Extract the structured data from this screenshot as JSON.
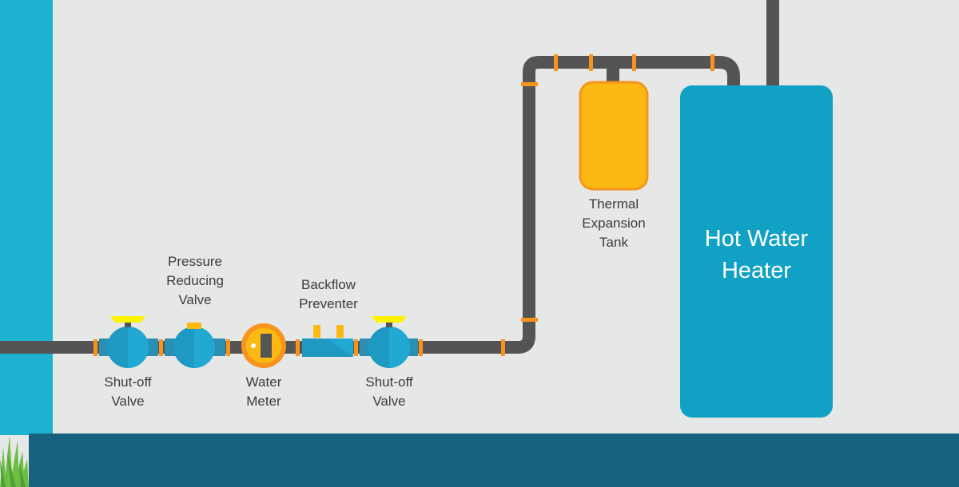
{
  "labels": {
    "shutoff_left": [
      "Shut-off",
      "Valve"
    ],
    "pressure_reducing": [
      "Pressure",
      "Reducing",
      "Valve"
    ],
    "water_meter": [
      "Water",
      "Meter"
    ],
    "backflow": [
      "Backflow",
      "Preventer"
    ],
    "shutoff_right": [
      "Shut-off",
      "Valve"
    ],
    "expansion_tank": [
      "Thermal",
      "Expansion",
      "Tank"
    ],
    "heater": [
      "Hot Water",
      "Heater"
    ]
  },
  "colors": {
    "background": "#e6e7e7",
    "pipe": "#545454",
    "fitting": "#f7941d",
    "valve_body": "#1e99c1",
    "valve_light": "#21a9d4",
    "handle": "#fff200",
    "meter_ring": "#f7941d",
    "meter_face": "#fdb913",
    "tank": "#fdb913",
    "tank_outline": "#f7941d",
    "heater": "#10a1c4",
    "wall": "#1db2cf",
    "floor": "#16627f",
    "grass": "#6cbe45"
  }
}
